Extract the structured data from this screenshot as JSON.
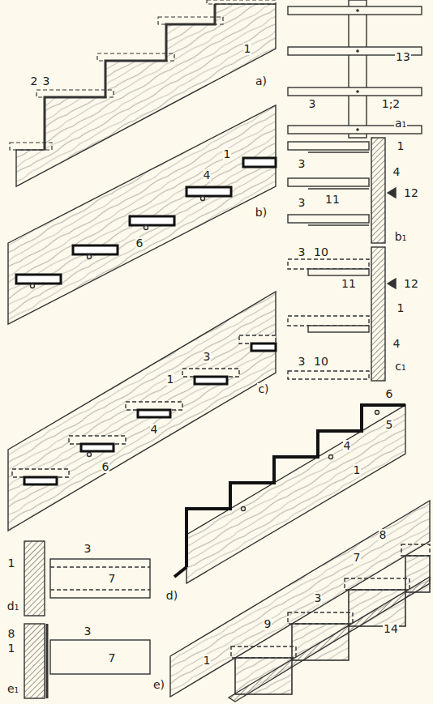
{
  "diagram": {
    "labels": [
      "1",
      "2",
      "3",
      "a)",
      "13",
      "1;2",
      "3",
      "a₁",
      "4",
      "6",
      "1",
      "b)",
      "1",
      "4",
      "3",
      "11",
      "3",
      "12",
      "b₁",
      "3",
      "10",
      "11",
      "12",
      "1",
      "4",
      "3",
      "10",
      "c₁",
      "3",
      "4",
      "1",
      "6",
      "c)",
      "6",
      "5",
      "4",
      "1",
      "d)",
      "1",
      "3",
      "7",
      "d₁",
      "8",
      "7",
      "3",
      "9",
      "1",
      "14",
      "e)",
      "8",
      "1",
      "3",
      "7",
      "e₁"
    ]
  }
}
